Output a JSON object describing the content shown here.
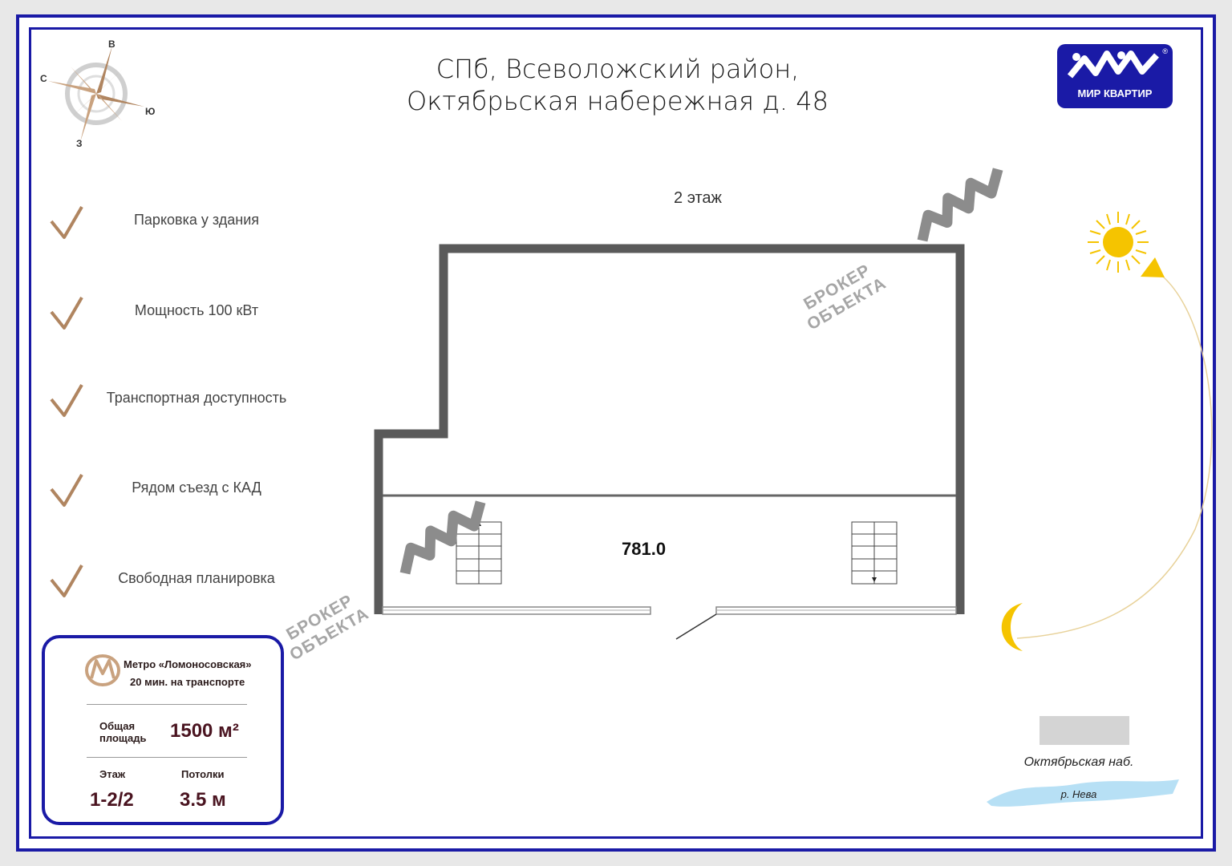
{
  "header": {
    "title_line1": "СПб, Всеволожский район,",
    "title_line2": "Октябрьская набережная д. 48"
  },
  "plan": {
    "floor_label": "2 этаж",
    "area": "781.0"
  },
  "compass": {
    "north": "В",
    "west": "С",
    "east": "Ю",
    "south": "З"
  },
  "features": [
    {
      "label": "Парковка у здания"
    },
    {
      "label": "Мощность 100 кВт"
    },
    {
      "label": "Транспортная доступность"
    },
    {
      "label": "Рядом съезд с КАД"
    },
    {
      "label": "Свободная планировка"
    }
  ],
  "info_card": {
    "metro_name": "Метро «Ломоносовская»",
    "metro_time": "20 мин. на транспорте",
    "area_label_1": "Общая",
    "area_label_2": "площадь",
    "area_value": "1500 м²",
    "floor_label": "Этаж",
    "floor_value": "1-2/2",
    "ceiling_label": "Потолки",
    "ceiling_value": "3.5 м"
  },
  "logo": {
    "text": "МИР КВАРТИР",
    "reg": "®"
  },
  "watermark": {
    "line1": "БРОКЕР",
    "line2": "ОБЪЕКТА"
  },
  "location": {
    "street": "Октябрьская наб.",
    "river": "р. Нева"
  },
  "colors": {
    "frame": "#1a1aa6",
    "wall": "#5a5a5a",
    "accent_brown": "#b08560",
    "card_value": "#4a1420",
    "sun": "#f5c400"
  }
}
